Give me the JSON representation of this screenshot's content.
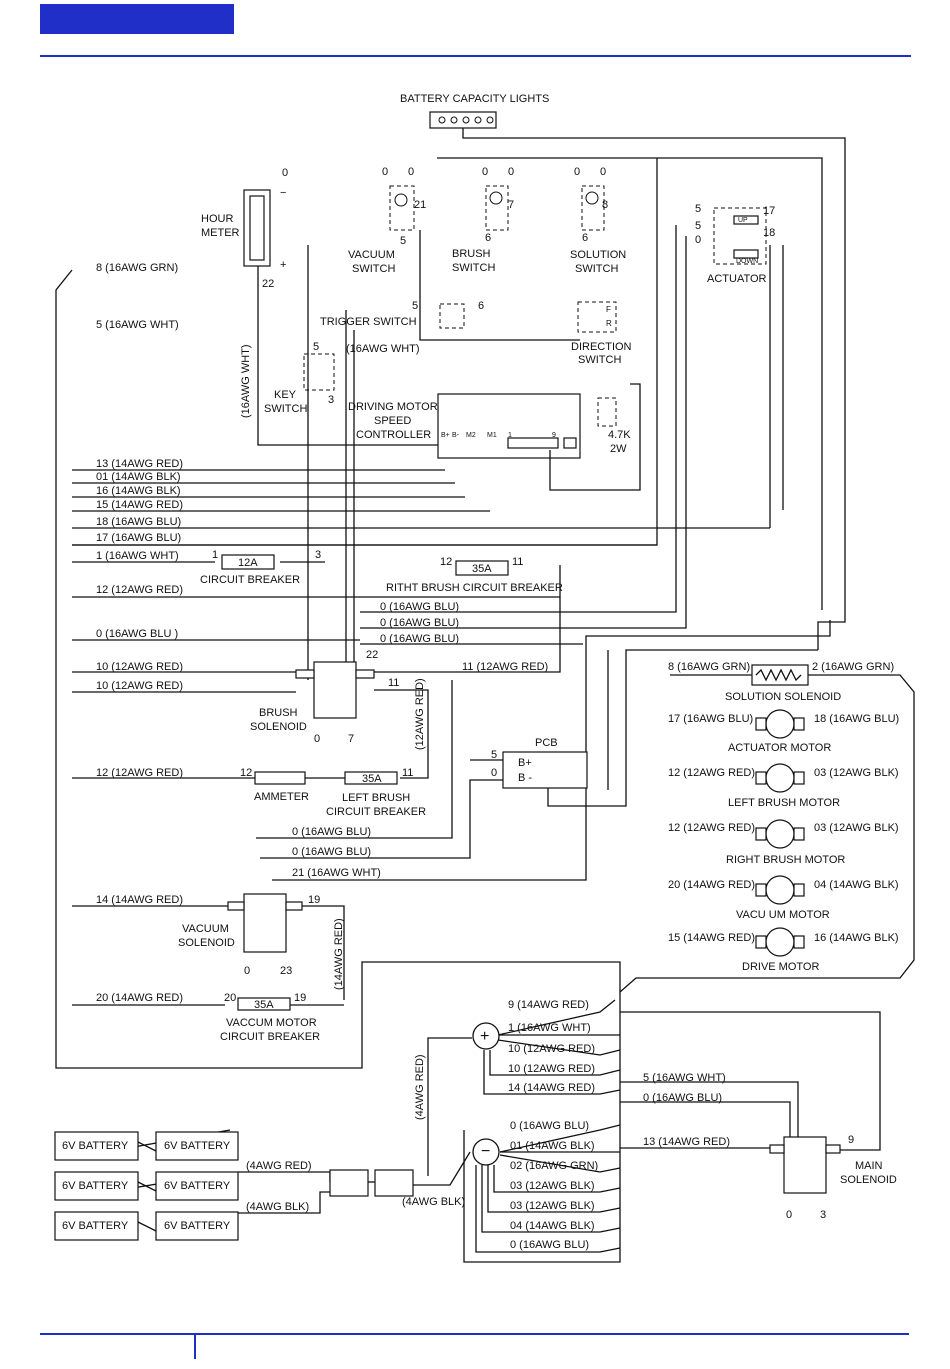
{
  "colors": {
    "accent": "#1f2fc7",
    "wire": "#111111"
  },
  "header": {
    "banner_text": ""
  },
  "components": {
    "battery_lights": "BATTERY CAPACITY LIGHTS",
    "hour_meter": [
      "HOUR",
      "METER"
    ],
    "vacuum_switch": [
      "VACUUM",
      "SWITCH"
    ],
    "brush_switch": [
      "BRUSH",
      "SWITCH"
    ],
    "solution_switch": [
      "SOLUTION",
      "SWITCH"
    ],
    "actuator": "ACTUATOR",
    "actuator_up": "UP",
    "actuator_down": "DOWN",
    "trigger_switch": "TRIGGER SWITCH",
    "direction_switch": [
      "DIRECTION",
      "SWITCH"
    ],
    "direction_r": "R",
    "direction_f": "F",
    "key_switch": [
      "KEY",
      "SWITCH"
    ],
    "controller": [
      "DRIVING MOTOR",
      "SPEED",
      "CONTROLLER"
    ],
    "controller_pins": [
      "B+",
      "B-",
      "M2",
      "M1",
      "1",
      "9"
    ],
    "resistor": [
      "4.7K",
      "2W"
    ],
    "circuit_breaker": "CIRCUIT BREAKER",
    "circuit_breaker_rating": "12A",
    "right_brush_cb": "RITHT BRUSH CIRCUIT BREAKER",
    "right_brush_cb_rating": "35A",
    "brush_solenoid": [
      "BRUSH",
      "SOLENOID"
    ],
    "pcb": "PCB",
    "pcb_pins": [
      "B+",
      "B -"
    ],
    "ammeter": "AMMETER",
    "left_brush_cb": [
      "LEFT BRUSH",
      "CIRCUIT BREAKER"
    ],
    "left_brush_cb_rating": "35A",
    "vacuum_solenoid": [
      "VACUUM",
      "SOLENOID"
    ],
    "vacuum_cb": [
      "VACCUM MOTOR",
      "CIRCUIT BREAKER"
    ],
    "vacuum_cb_rating": "35A",
    "main_solenoid": [
      "MAIN",
      "SOLENOID"
    ],
    "battery_label": "6V BATTERY",
    "battery_red": "(4AWG RED)",
    "battery_blk": "(4AWG BLK)"
  },
  "left_wires": [
    "8  (16AWG GRN)",
    "5  (16AWG WHT)",
    "13 (14AWG RED)",
    "01 (14AWG BLK)",
    "16 (14AWG BLK)",
    "15 (14AWG RED)",
    "18 (16AWG BLU)",
    "17 (16AWG BLU)",
    "1   (16AWG WHT)",
    "12  (12AWG RED)",
    "0  (16AWG BLU )",
    "10 (12AWG RED)",
    "10 (12AWG RED)",
    "12 (12AWG RED)",
    "14 (14AWG RED)",
    "20 (14AWG RED)"
  ],
  "motors": [
    {
      "left": "8 (16AWG GRN)",
      "right": "2 (16AWG GRN)",
      "name": "SOLUTION SOLENOID"
    },
    {
      "left": "17 (16AWG BLU)",
      "right": "18 (16AWG BLU)",
      "name": "ACTUATOR MOTOR"
    },
    {
      "left": "12 (12AWG RED)",
      "right": "03 (12AWG BLK)",
      "name": "LEFT BRUSH MOTOR"
    },
    {
      "left": "12 (12AWG RED)",
      "right": "03 (12AWG BLK)",
      "name": "RIGHT BRUSH MOTOR"
    },
    {
      "left": "20 (14AWG RED)",
      "right": "04 (14AWG BLK)",
      "name": "VACU UM MOTOR"
    },
    {
      "left": "15 (14AWG RED)",
      "right": "16 (14AWG BLK)",
      "name": "DRIVE MOTOR"
    }
  ],
  "plus_terminal": [
    "9 (14AWG RED)",
    "1 (16AWG WHT)",
    "10 (12AWG RED)",
    "10 (12AWG RED)",
    "14 (14AWG RED)"
  ],
  "minus_terminal": [
    "0  (16AWG BLU)",
    "01 (14AWG BLK)",
    "02 (16AWG GRN)",
    "03 (12AWG BLK)",
    "03 (12AWG BLK)",
    "04 (14AWG BLK)",
    "0  (16AWG BLU)"
  ],
  "mid_wires": [
    "0   (16AWG BLU)",
    "0   (16AWG BLU)",
    "0   (16AWG BLU)",
    "11 (12AWG RED)",
    "0   (16AWG BLU)",
    "0   (16AWG BLU)",
    "21  (16AWG WHT)",
    "5 (16AWG WHT)",
    "0 (16AWG BLU)",
    "13 (14AWG RED)",
    "(16AWG WHT)",
    "(16AWG WHT)",
    "(12AWG RED)",
    "(14AWG RED)",
    "(4AWG RED)"
  ]
}
